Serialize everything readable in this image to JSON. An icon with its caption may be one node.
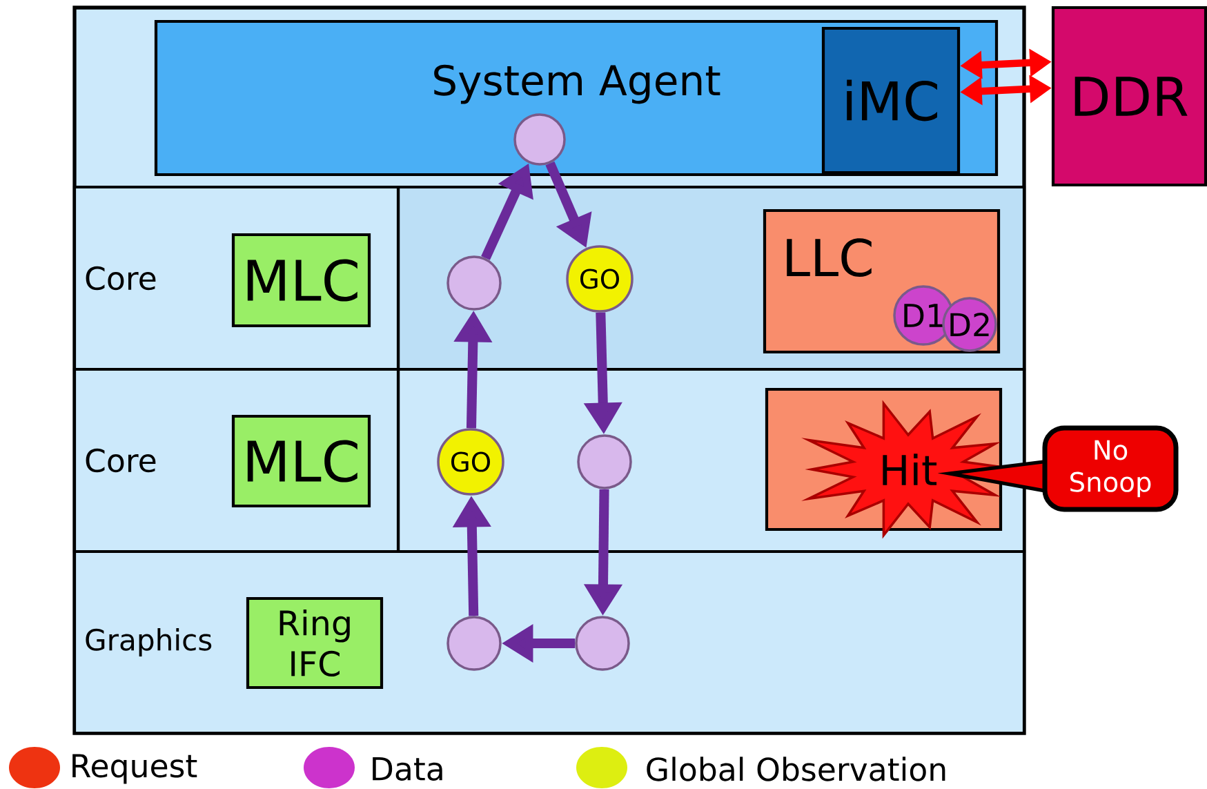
{
  "diagram": {
    "nodes": [
      {
        "text": [
          "System Agent"
        ]
      },
      {
        "text": [
          "iMC"
        ],
        "in": 0
      },
      {
        "text": [
          "DDR"
        ]
      },
      {
        "text": [
          "Core"
        ]
      },
      {
        "text": [
          "MLC"
        ],
        "in": 3
      },
      {
        "text": [
          "Core"
        ]
      },
      {
        "text": [
          "MLC"
        ],
        "in": 5
      },
      {
        "text": [
          "Graphics"
        ]
      },
      {
        "text": [
          "Ring IFC"
        ],
        "in": 7
      },
      {
        "text": [
          "LLC"
        ]
      },
      {
        "text": [
          "D1"
        ],
        "in": 9
      },
      {
        "text": [
          "D2"
        ],
        "in": 9
      },
      {
        "text": [],
        "shape": "box"
      },
      {
        "text": [
          "Hit"
        ]
      },
      {
        "text": [
          "No Snoop"
        ]
      },
      {
        "text": [],
        "shape": "circle",
        "in": 0
      },
      {
        "text": [],
        "shape": "circle"
      },
      {
        "text": [
          "GO"
        ]
      },
      {
        "text": [
          "GO"
        ]
      },
      {
        "text": [],
        "shape": "circle"
      },
      {
        "text": [],
        "shape": "circle",
        "in": 7
      },
      {
        "text": [],
        "shape": "circle",
        "in": 7
      }
    ],
    "edges": [
      {
        "from": 16,
        "to": 15,
        "arrow": "to"
      },
      {
        "from": 15,
        "to": 17,
        "arrow": "to"
      },
      {
        "from": 17,
        "to": 19,
        "arrow": "to"
      },
      {
        "from": 19,
        "to": 21,
        "arrow": "to"
      },
      {
        "from": 21,
        "to": 20,
        "arrow": "to"
      },
      {
        "from": 20,
        "to": 18,
        "arrow": "to"
      },
      {
        "from": 18,
        "to": 16,
        "arrow": "to"
      },
      {
        "from": 1,
        "to": 2,
        "arrow": "both",
        "color": "#ff0000"
      },
      {
        "from": 1,
        "to": 2,
        "arrow": "both",
        "color": "#ff0000"
      }
    ],
    "legend": [
      {
        "text": "Request",
        "color": "#ee3311"
      },
      {
        "text": "Data",
        "color": "#cc33cc"
      },
      {
        "text": "Global Observation",
        "color": "#ddee11"
      }
    ]
  }
}
